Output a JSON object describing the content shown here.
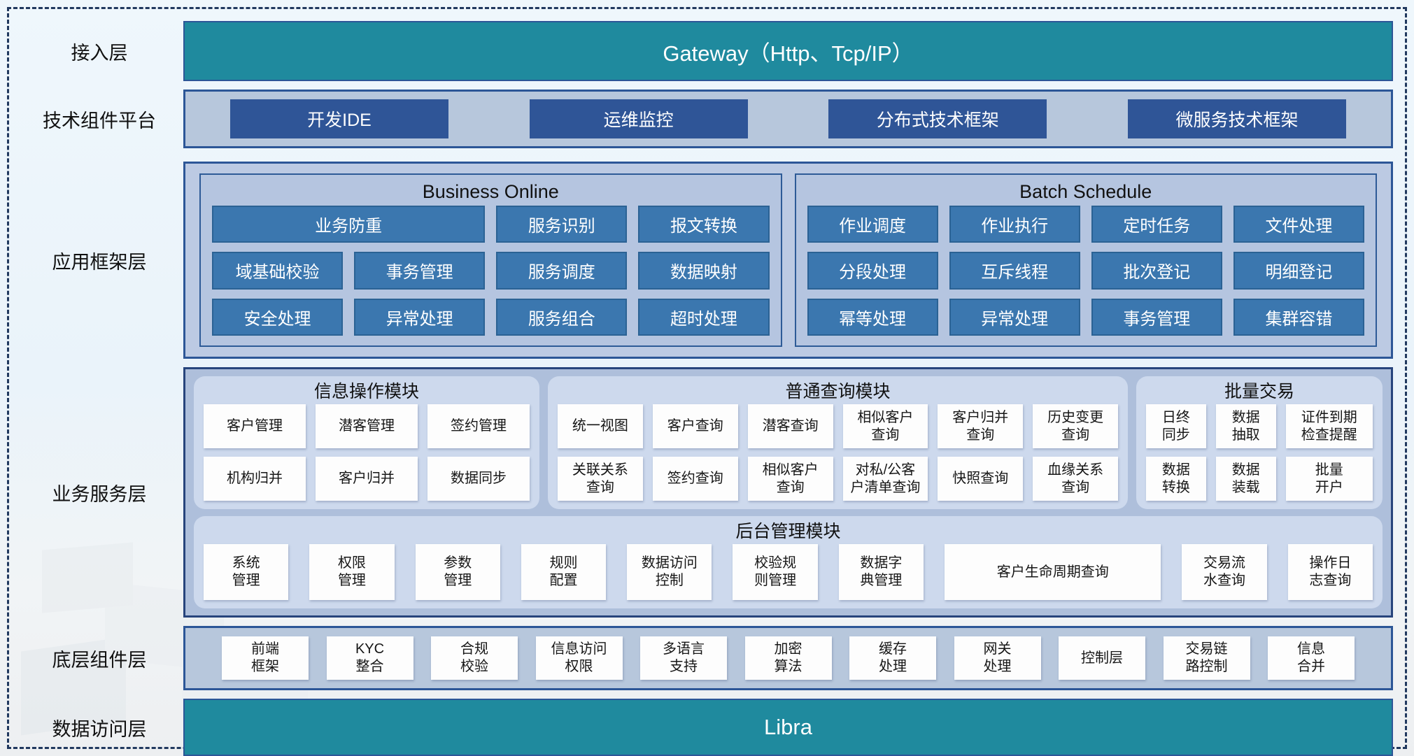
{
  "palette": {
    "teal_bar": "#1f8a9e",
    "dark_blue_button": "#2f5597",
    "mid_blue_button": "#3b77af",
    "light_container": "#b7c7dc",
    "framework_container": "#bccae3",
    "service_container": "#aebfdb",
    "rounded_panel": "#cdd9ed",
    "border_navy": "#2c5697"
  },
  "layers": {
    "access": {
      "label": "接入层",
      "bar": "Gateway（Http、Tcp/IP）"
    },
    "tech_platform": {
      "label": "技术组件平台",
      "items": [
        "开发IDE",
        "运维监控",
        "分布式技术框架",
        "微服务技术框架"
      ]
    },
    "app_framework": {
      "label": "应用框架层",
      "business_online": {
        "title": "Business Online",
        "items": [
          {
            "label": "业务防重",
            "span": 2
          },
          "服务识别",
          "报文转换",
          "域基础校验",
          "事务管理",
          "服务调度",
          "数据映射",
          "安全处理",
          "异常处理",
          "服务组合",
          "超时处理"
        ]
      },
      "batch_schedule": {
        "title": "Batch Schedule",
        "items": [
          "作业调度",
          "作业执行",
          "定时任务",
          "文件处理",
          "分段处理",
          "互斥线程",
          "批次登记",
          "明细登记",
          "幂等处理",
          "异常处理",
          "事务管理",
          "集群容错"
        ]
      }
    },
    "business_service": {
      "label": "业务服务层",
      "info_ops": {
        "title": "信息操作模块",
        "items": [
          "客户管理",
          "潜客管理",
          "签约管理",
          "机构归并",
          "客户归并",
          "数据同步"
        ]
      },
      "common_query": {
        "title": "普通查询模块",
        "items": [
          "统一视图",
          "客户查询",
          "潜客查询",
          "相似客户\n查询",
          "客户归并\n查询",
          "历史变更\n查询",
          "关联关系\n查询",
          "签约查询",
          "相似客户\n查询",
          "对私/公客\n户清单查询",
          "快照查询",
          "血缘关系\n查询"
        ]
      },
      "batch_trade": {
        "title": "批量交易",
        "items": [
          "日终\n同步",
          "数据\n抽取",
          "证件到期\n检查提醒",
          "数据\n转换",
          "数据\n装载",
          "批量\n开户"
        ]
      },
      "admin": {
        "title": "后台管理模块",
        "items": [
          "系统\n管理",
          "权限\n管理",
          "参数\n管理",
          "规则\n配置",
          "数据访问\n控制",
          "校验规\n则管理",
          "数据字\n典管理",
          {
            "label": "客户生命周期查询",
            "wide": true
          },
          "交易流\n水查询",
          "操作日\n志查询"
        ]
      }
    },
    "base_components": {
      "label": "底层组件层",
      "items": [
        "前端\n框架",
        "KYC\n整合",
        "合规\n校验",
        "信息访问\n权限",
        "多语言\n支持",
        "加密\n算法",
        "缓存\n处理",
        "网关\n处理",
        "控制层",
        "交易链\n路控制",
        "信息\n合并"
      ]
    },
    "data_access": {
      "label": "数据访问层",
      "bar": "Libra"
    }
  }
}
